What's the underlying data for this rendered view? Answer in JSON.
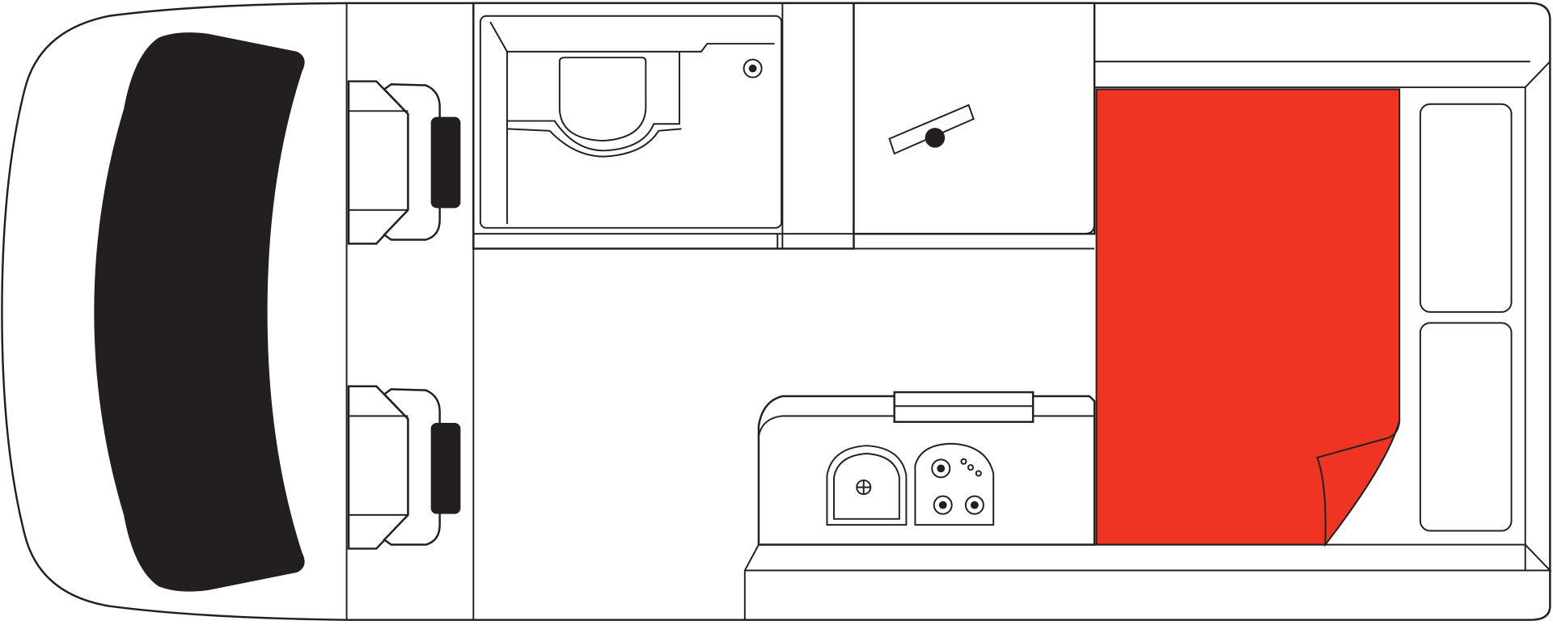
{
  "diagram": {
    "type": "campervan-floor-plan",
    "colors": {
      "outline": "#231f20",
      "windshield": "#231f20",
      "bed": "#ee3524",
      "background": "#ffffff"
    },
    "icons": [
      "windshield",
      "driver-seat",
      "passenger-seat",
      "toilet",
      "shower-drain",
      "table",
      "sink",
      "stove",
      "bed",
      "cushion"
    ]
  }
}
